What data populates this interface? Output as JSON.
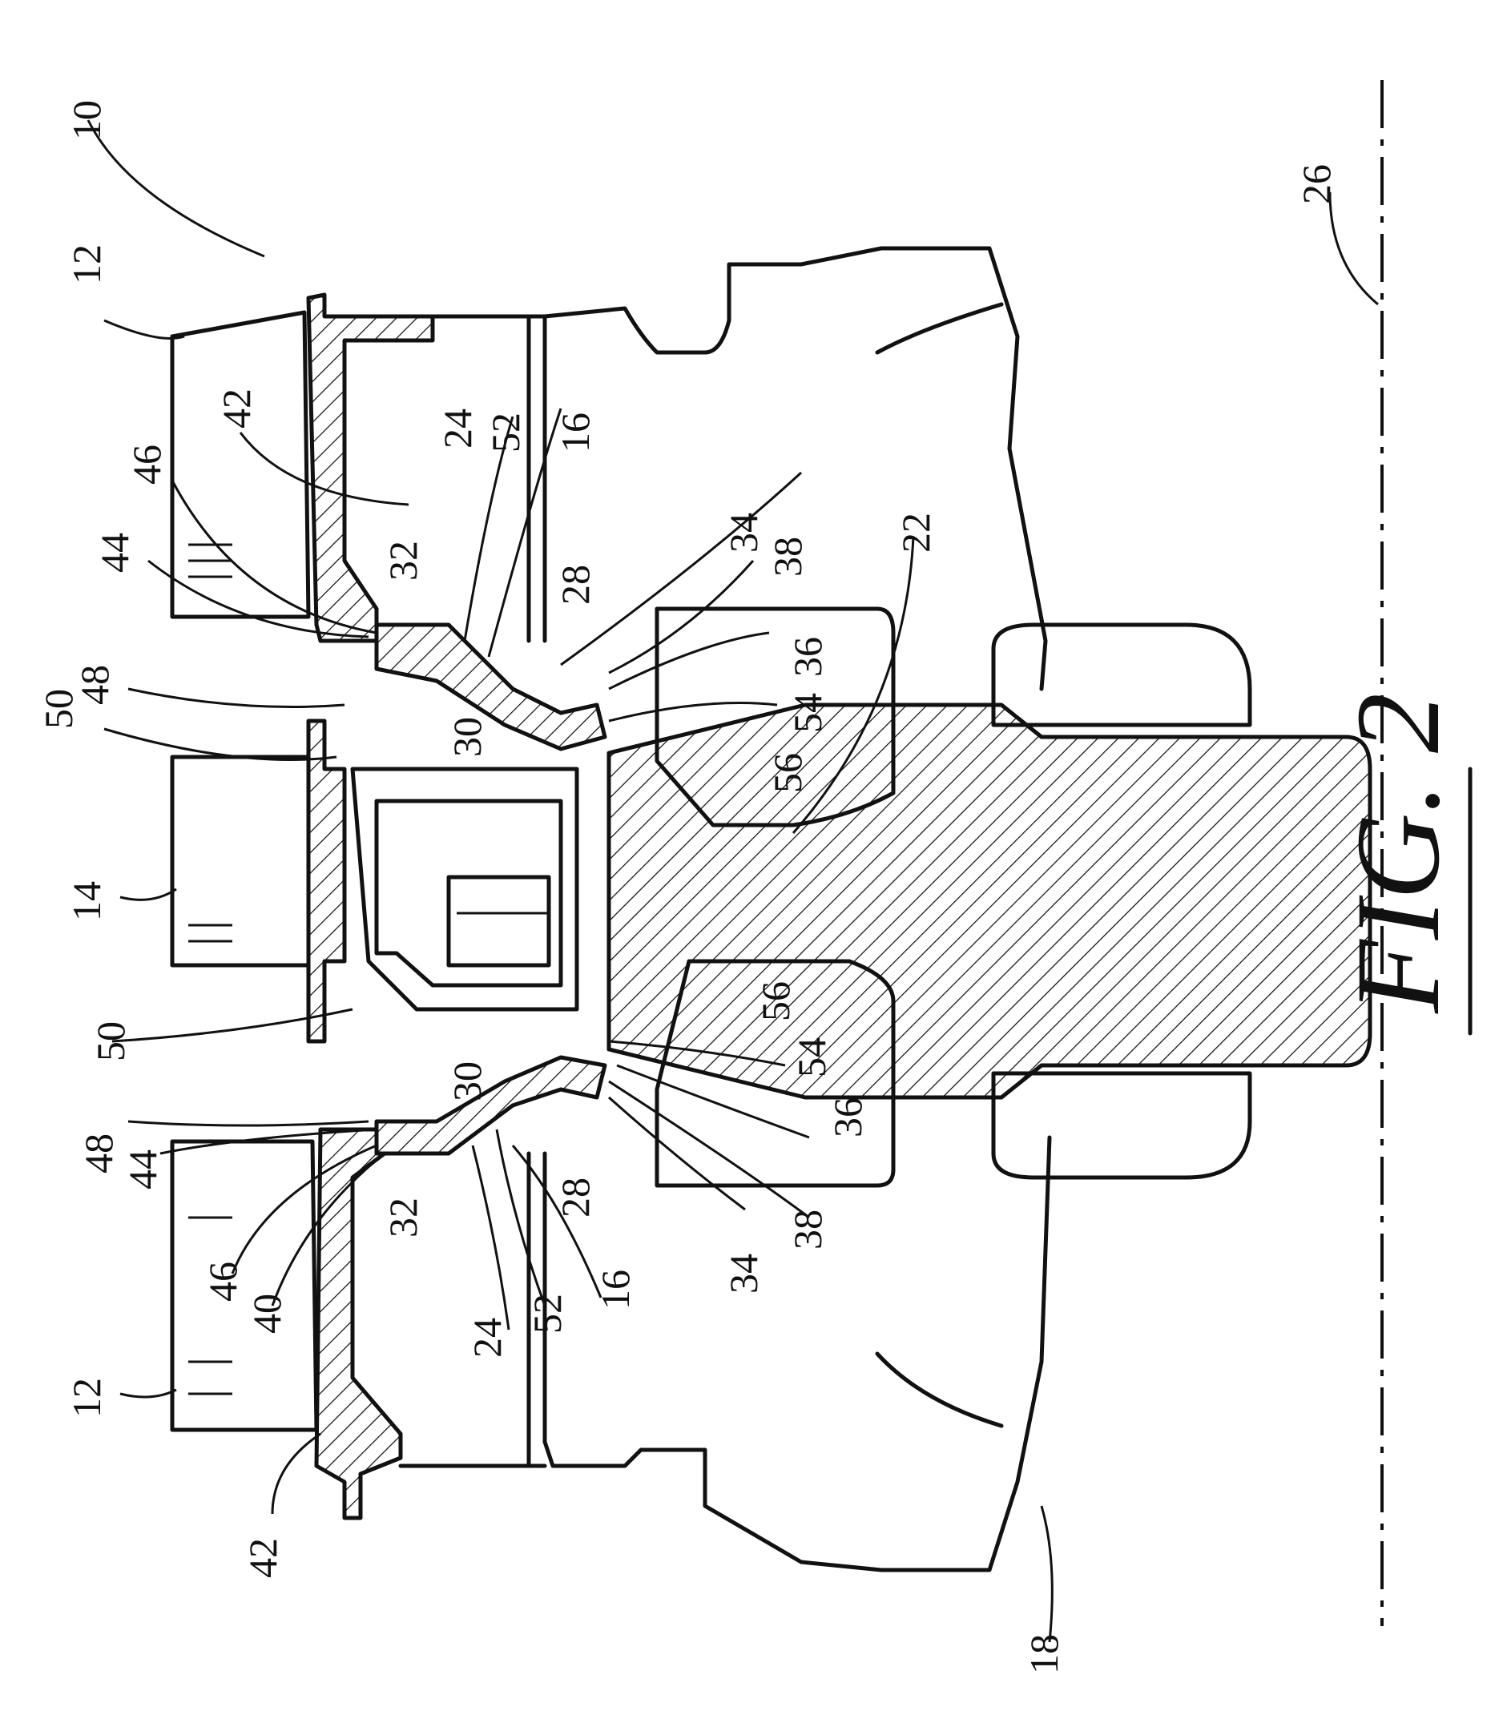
{
  "figure": {
    "title": "FIG. 2",
    "reference_numerals": {
      "r10": "10",
      "r12a": "12",
      "r12b": "12",
      "r14": "14",
      "r16a": "16",
      "r16b": "16",
      "r18": "18",
      "r22": "22",
      "r24a": "24",
      "r24b": "24",
      "r26": "26",
      "r28a": "28",
      "r28b": "28",
      "r30a": "30",
      "r30b": "30",
      "r32a": "32",
      "r32b": "32",
      "r34a": "34",
      "r34b": "34",
      "r36a": "36",
      "r36b": "36",
      "r38a": "38",
      "r38b": "38",
      "r40": "40",
      "r42a": "42",
      "r42b": "42",
      "r44a": "44",
      "r44b": "44",
      "r46a": "46",
      "r46b": "46",
      "r48a": "48",
      "r48b": "48",
      "r50a": "50",
      "r50b": "50",
      "r52a": "52",
      "r52b": "52",
      "r54a": "54",
      "r54b": "54",
      "r56a": "56",
      "r56b": "56"
    }
  }
}
